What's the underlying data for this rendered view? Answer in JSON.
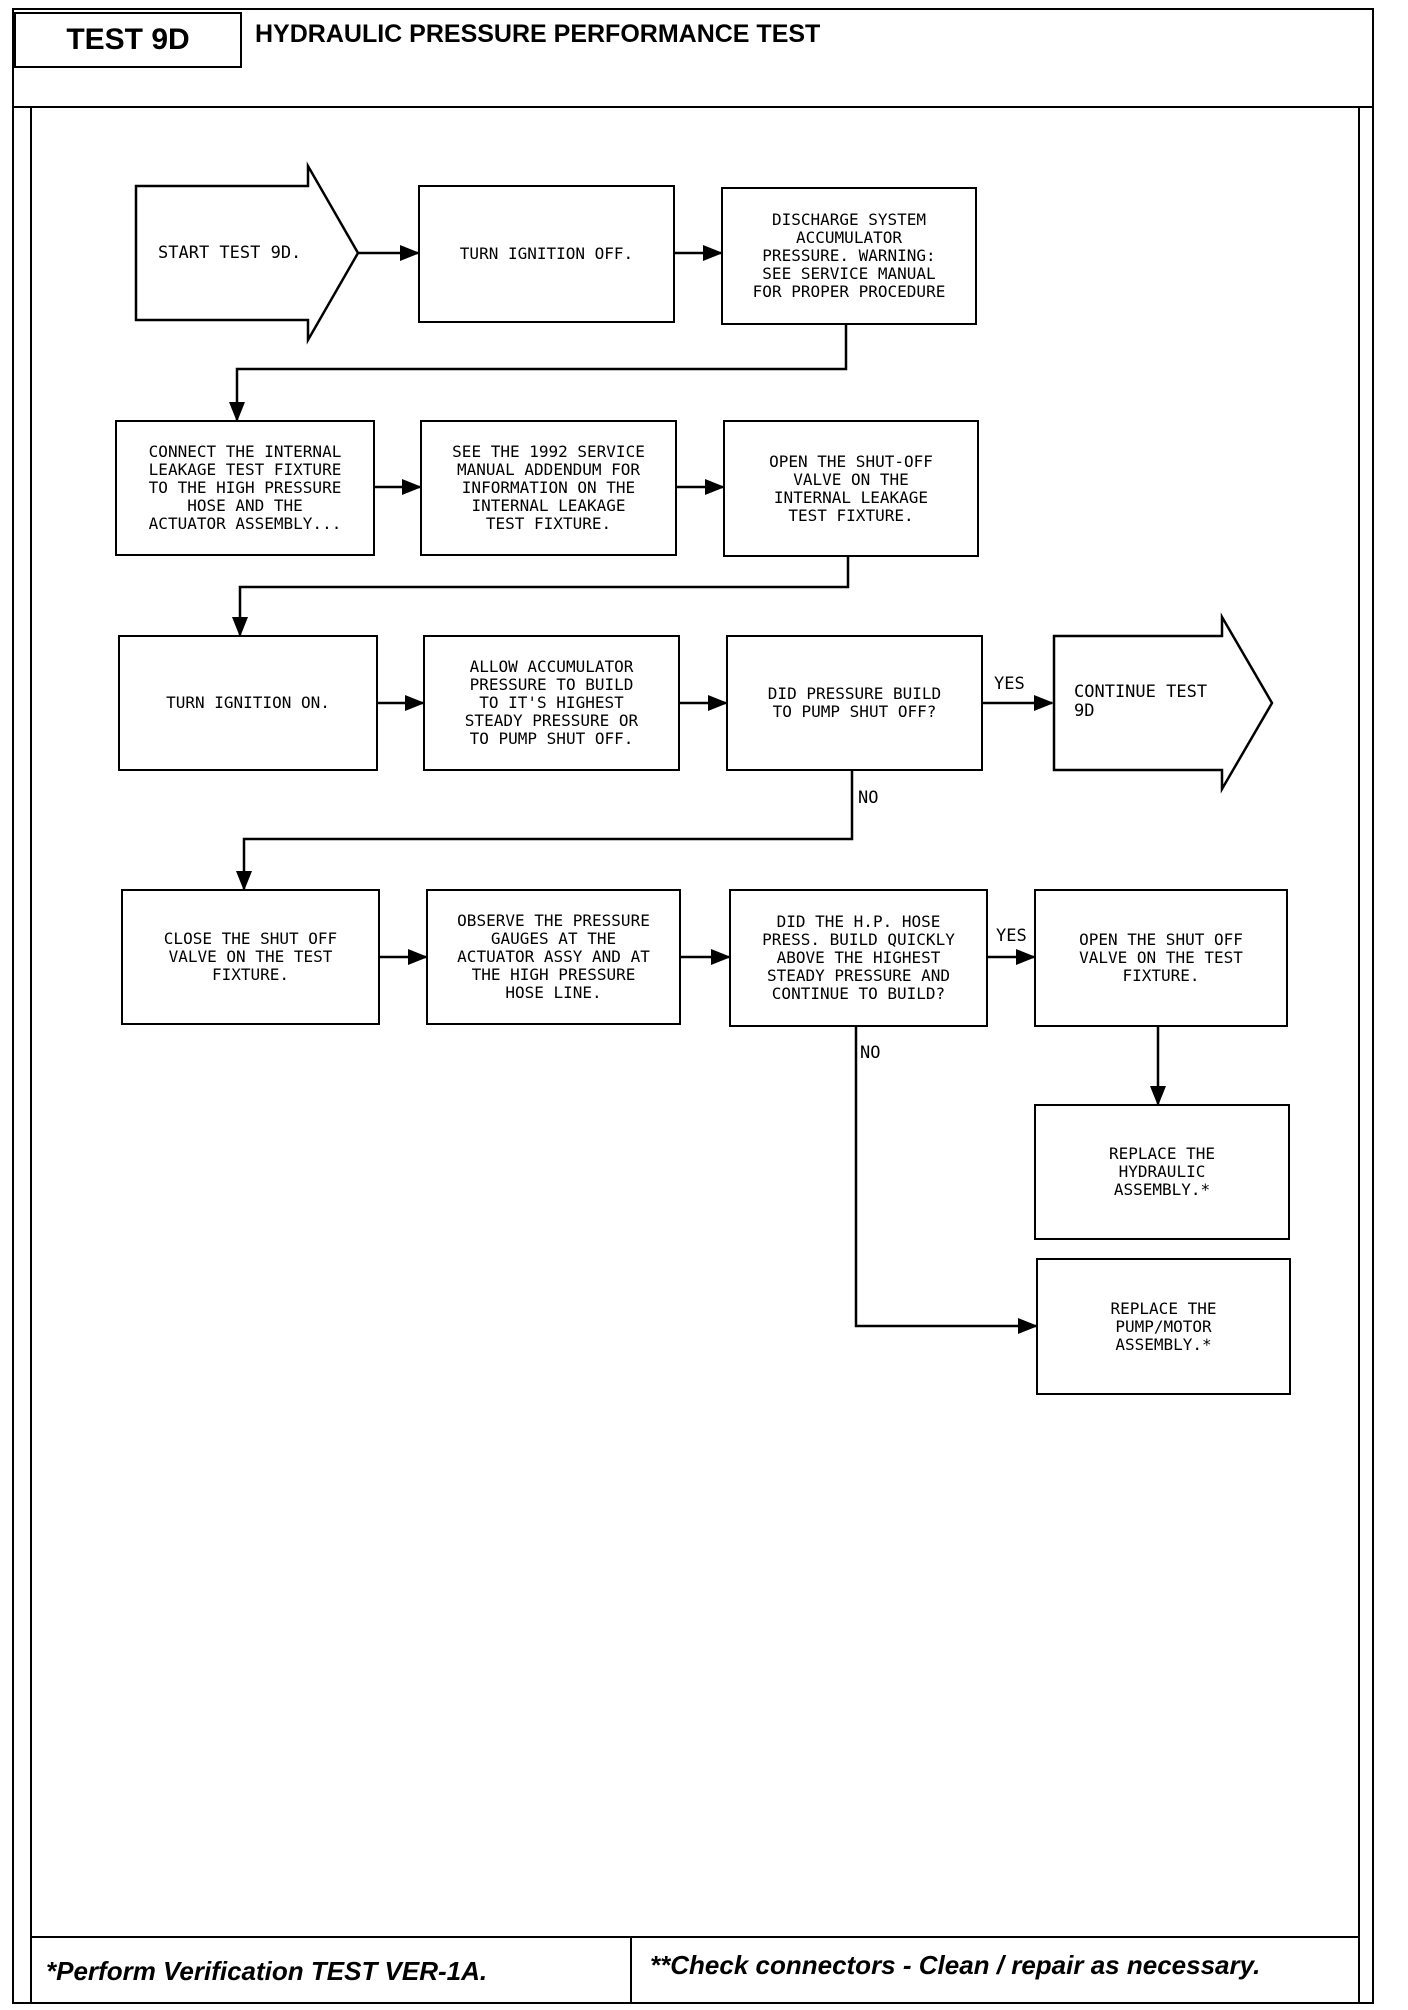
{
  "header": {
    "test_id": "TEST 9D",
    "title": "HYDRAULIC PRESSURE PERFORMANCE TEST"
  },
  "nodes": {
    "start": "START TEST 9D.",
    "ignition_off": "TURN IGNITION OFF.",
    "discharge": "DISCHARGE SYSTEM\nACCUMULATOR\nPRESSURE. WARNING:\nSEE SERVICE MANUAL\nFOR PROPER PROCEDURE",
    "connect": "CONNECT THE INTERNAL\nLEAKAGE TEST FIXTURE\nTO THE HIGH PRESSURE\nHOSE AND THE\nACTUATOR ASSEMBLY...",
    "see_manual": "SEE THE 1992 SERVICE\nMANUAL ADDENDUM FOR\nINFORMATION ON THE\nINTERNAL LEAKAGE\nTEST FIXTURE.",
    "open_valve": "OPEN THE SHUT-OFF\nVALVE ON THE\nINTERNAL LEAKAGE\nTEST FIXTURE.",
    "ignition_on": "TURN IGNITION ON.",
    "allow": "ALLOW ACCUMULATOR\nPRESSURE TO BUILD\nTO IT'S HIGHEST\nSTEADY PRESSURE OR\nTO PUMP SHUT OFF.",
    "did_build": "DID PRESSURE BUILD\nTO PUMP SHUT OFF?",
    "continue": "CONTINUE TEST\n9D",
    "close_valve": "CLOSE THE SHUT OFF\nVALVE ON THE TEST\nFIXTURE.",
    "observe": "OBSERVE THE PRESSURE\nGAUGES AT THE\nACTUATOR ASSY AND AT\nTHE HIGH PRESSURE\nHOSE LINE.",
    "did_hp": "DID THE H.P. HOSE\nPRESS. BUILD QUICKLY\nABOVE THE HIGHEST\nSTEADY PRESSURE AND\nCONTINUE TO BUILD?",
    "open_shut": "OPEN THE SHUT OFF\nVALVE ON THE TEST\nFIXTURE.",
    "replace_hyd": "REPLACE THE\nHYDRAULIC\nASSEMBLY.*",
    "replace_pump": "REPLACE THE\nPUMP/MOTOR\nASSEMBLY.*"
  },
  "labels": {
    "yes_1": "YES",
    "no_1": "NO",
    "yes_2": "YES",
    "no_2": "NO"
  },
  "footer": {
    "left": "*Perform Verification TEST VER-1A.",
    "right": "**Check connectors - Clean / repair as necessary."
  }
}
